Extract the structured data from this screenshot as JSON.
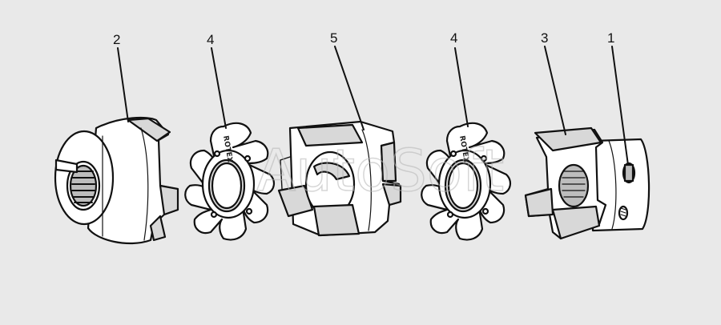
{
  "callouts": {
    "c1": "1",
    "c2": "2",
    "c3": "3",
    "c4a": "4",
    "c4b": "4",
    "c5": "5"
  },
  "brand_marks": {
    "left_spider": "ROTEX",
    "right_spider": "ROTEX"
  },
  "watermark": "AutoSoft"
}
